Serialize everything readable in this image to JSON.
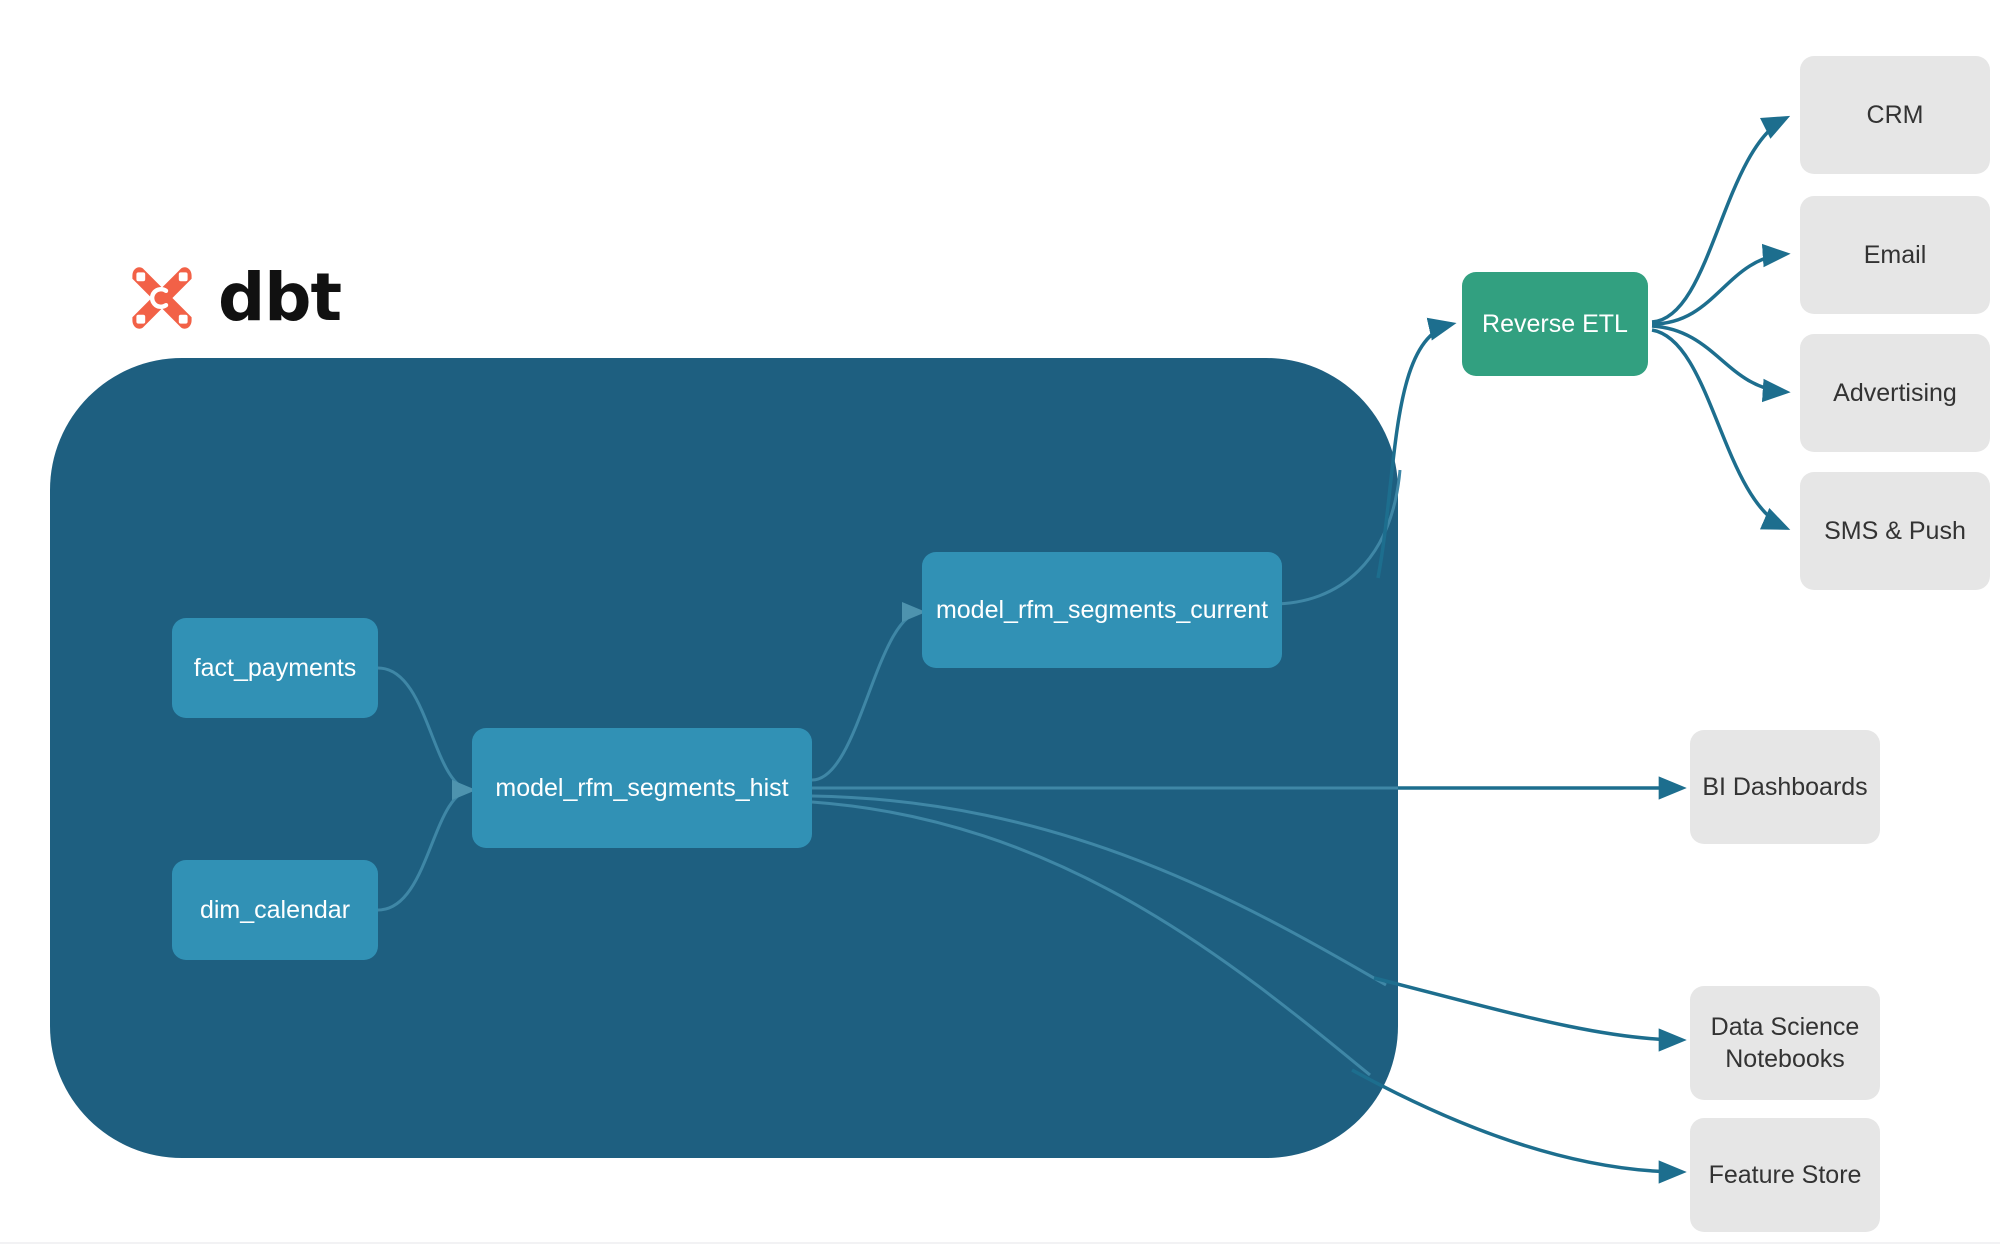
{
  "brand": {
    "logo_icon": "dbt-x-logo-icon",
    "wordmark": "dbt",
    "logo_color": "#F26147"
  },
  "colors": {
    "warehouse_fill": "#1E5F80",
    "model_fill": "#3191B5",
    "reverse_etl_fill": "#32A080",
    "destination_fill": "#E6E6E6",
    "edge_outer": "#1D6E8E",
    "edge_inner": "#3F87A6",
    "model_text": "#FFFFFF",
    "destination_text": "#333333",
    "background": "#FFFFFF"
  },
  "warehouse": {
    "name": "dbt warehouse boundary",
    "models": [
      {
        "id": "fact_payments",
        "label": "fact_payments"
      },
      {
        "id": "dim_calendar",
        "label": "dim_calendar"
      },
      {
        "id": "model_rfm_segments_hist",
        "label": "model_rfm_segments_hist"
      },
      {
        "id": "model_rfm_segments_current",
        "label": "model_rfm_segments_current"
      }
    ]
  },
  "reverse_etl": {
    "label": "Reverse ETL"
  },
  "activation_destinations": [
    {
      "id": "crm",
      "label": "CRM"
    },
    {
      "id": "email",
      "label": "Email"
    },
    {
      "id": "advertising",
      "label": "Advertising"
    },
    {
      "id": "sms_push",
      "label": "SMS & Push"
    }
  ],
  "analytics_consumers": [
    {
      "id": "bi_dashboards",
      "label": "BI Dashboards"
    },
    {
      "id": "data_science_notebooks",
      "label": "Data Science\nNotebooks",
      "line1": "Data Science",
      "line2": "Notebooks"
    },
    {
      "id": "feature_store",
      "label": "Feature Store"
    }
  ],
  "edges": [
    {
      "from": "fact_payments",
      "to": "model_rfm_segments_hist"
    },
    {
      "from": "dim_calendar",
      "to": "model_rfm_segments_hist"
    },
    {
      "from": "model_rfm_segments_hist",
      "to": "model_rfm_segments_current"
    },
    {
      "from": "model_rfm_segments_current",
      "to": "reverse_etl"
    },
    {
      "from": "model_rfm_segments_hist",
      "to": "bi_dashboards"
    },
    {
      "from": "model_rfm_segments_hist",
      "to": "data_science_notebooks"
    },
    {
      "from": "model_rfm_segments_hist",
      "to": "feature_store"
    },
    {
      "from": "reverse_etl",
      "to": "crm"
    },
    {
      "from": "reverse_etl",
      "to": "email"
    },
    {
      "from": "reverse_etl",
      "to": "advertising"
    },
    {
      "from": "reverse_etl",
      "to": "sms_push"
    }
  ]
}
